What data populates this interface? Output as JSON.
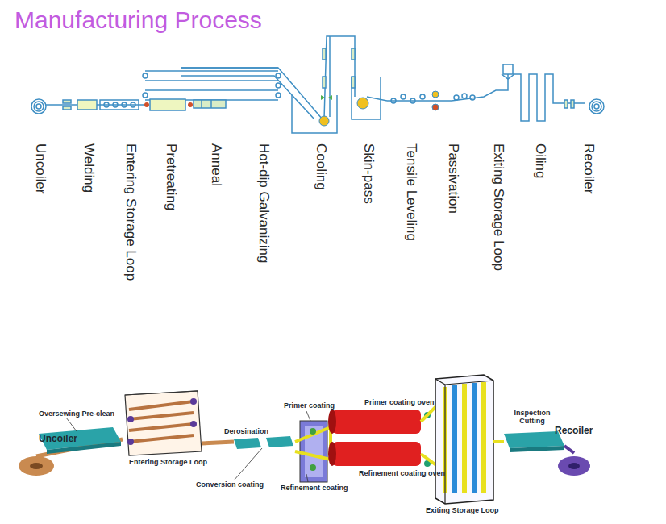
{
  "diagram": {
    "title": "Manufacturing Process",
    "labels": [
      "Uncoiler",
      "Welding",
      "Entering Storage Loop",
      "Pretreating",
      "Anneal",
      "Hot-dip Galvanizing",
      "Cooling",
      "Skin-pass",
      "Tensile Leveling",
      "Passivation",
      "Exiting Storage Loop",
      "Oiling",
      "Recoiler",
      "Oversewing Pre-clean",
      "Uncoiler",
      "Entering Storage Loop",
      "Derosination",
      "Conversion coating",
      "Primer coating",
      "Primer coating oven",
      "Refinement coating",
      "Refinement coating oven",
      "Exiting Storage Loop",
      "Inspection Cutting",
      "Recoiler"
    ]
  }
}
